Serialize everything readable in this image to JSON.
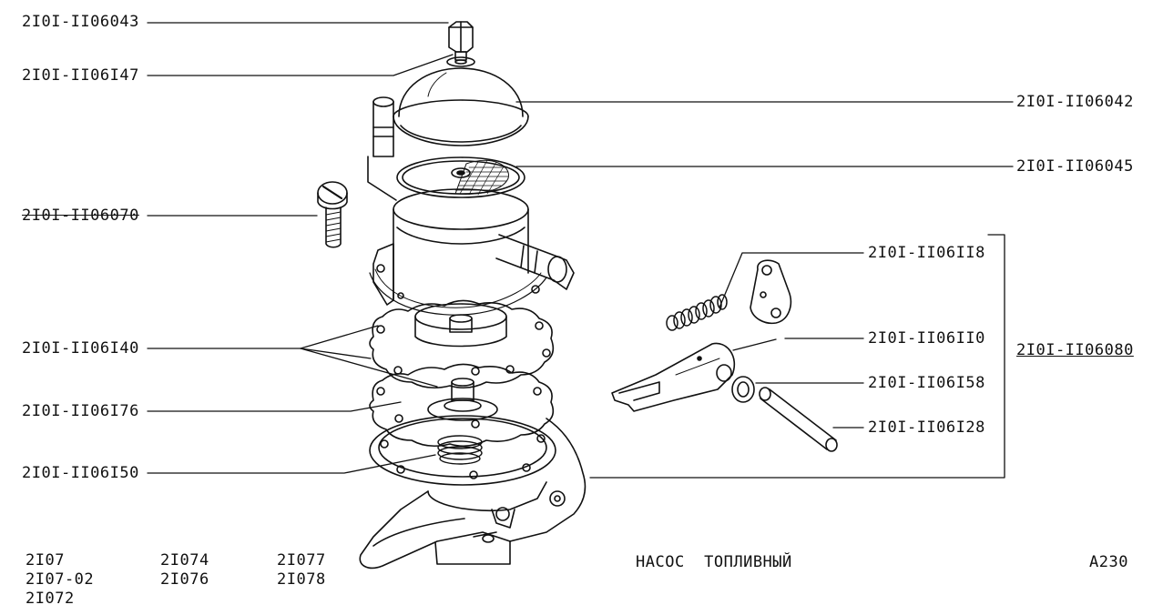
{
  "callouts": {
    "bolt_top": "2I0I-II06043",
    "washer_top": "2I0I-II06I47",
    "cover": "2I0I-II06042",
    "filter": "2I0I-II06045",
    "screw": "2I0I-II06070",
    "spring_lever": "2I0I-II06II8",
    "lever_arm": "2I0I-II06II0",
    "ring": "2I0I-II06I58",
    "pin": "2I0I-II06I28",
    "gaskets": "2I0I-II06I40",
    "diaphragm": "2I0I-II06I76",
    "spring_bottom": "2I0I-II06I50",
    "assembly": "2I0I-II06080"
  },
  "footer": {
    "models_col1": [
      "2I07",
      "2I07-02",
      "2I072"
    ],
    "models_col2": [
      "2I074",
      "2I076"
    ],
    "models_col3": [
      "2I077",
      "2I078"
    ],
    "title": "НАСОС  ТОПЛИВНЫЙ",
    "code": "A230"
  }
}
